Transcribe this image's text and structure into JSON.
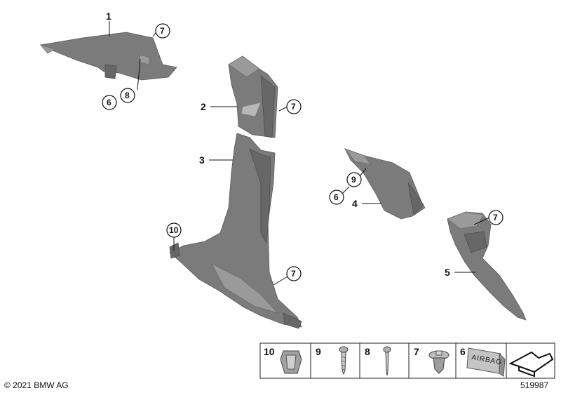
{
  "parts": {
    "p1": "1",
    "p2": "2",
    "p3": "3",
    "p4": "4",
    "p5": "5"
  },
  "callouts": {
    "c1_7": "7",
    "c1_8": "8",
    "c1_6": "6",
    "c2_7": "7",
    "c3_10": "10",
    "c3_7": "7",
    "c4_9": "9",
    "c4_6": "6",
    "c5_7": "7"
  },
  "legend": {
    "cells": [
      "10",
      "9",
      "8",
      "7",
      "6"
    ],
    "airbag_text": "AIRBAG"
  },
  "footer": {
    "copyright": "© 2021 BMW AG",
    "diagram_number": "519987"
  }
}
